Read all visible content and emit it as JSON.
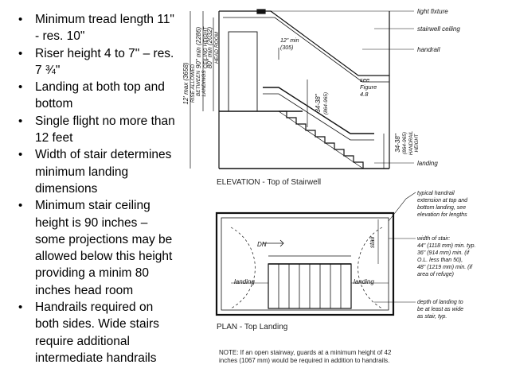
{
  "bullets": [
    "Minimum tread length 11\"  - res. 10\"",
    "Riser height 4 to 7\" – res. 7 ¾\"",
    "Landing at both top and bottom",
    "Single flight no more than 12 feet",
    "Width of stair determines minimum landing dimensions",
    "Minimum stair ceiling height is 90 inches – some projections may be allowed below this height providing a minim 80 inches head room",
    "Handrails required on both sides.  Wide stairs require additional intermediate handrails"
  ],
  "elevation": {
    "caption": "ELEVATION - Top of Stairwell",
    "labels": {
      "light_fixture": "light fixture",
      "stairwell_ceiling": "stairwell ceiling",
      "handrail": "handrail",
      "see_figure": "see",
      "see_figure2": "Figure",
      "see_figure3": "4.8",
      "landing": "landing",
      "twelve_min": "12\" min",
      "twelve_min_mm": "(305)",
      "ceiling_height_1": "90\" min (2286)",
      "ceiling_height_2": "CEILING HEIGHT",
      "head_room_1": "80\" min (2032)",
      "head_room_2": "HEAD ROOM",
      "rise_1": "12' max (3658)",
      "rise_2": "RISE ALLOWED",
      "rise_3": "BETWEEN",
      "rise_4": "LANDINGS",
      "rail_height_1": "34-38\"",
      "rail_height_2": "(864-965)",
      "rail_height_3": "34-38\"",
      "rail_height_4": "(864-965)",
      "rail_height_5": "HANDRAIL",
      "rail_height_6": "HEIGHT"
    }
  },
  "plan": {
    "caption": "PLAN - Top Landing",
    "labels": {
      "dn": "DN",
      "stair": "stair",
      "landing_left": "landing",
      "landing_right": "landing",
      "typical_handrail": [
        "typical handrail",
        "extension at top and",
        "bottom landing, see",
        "elevation for lengths"
      ],
      "width_of_stair": [
        "width of stair:",
        "44\" (1118 mm) min. typ.",
        "36\" (914 mm) min. (if",
        "O.L. less than 50),",
        "48\" (1219 mm) min. (if",
        "area of refuge)"
      ],
      "depth_of_landing": [
        "depth of landing to",
        "be at least as wide",
        "as stair, typ."
      ]
    }
  },
  "note": [
    "NOTE: If an open stairway, guards at a minimum height of 42",
    "inches (1067 mm) would be required in addition to handrails."
  ]
}
